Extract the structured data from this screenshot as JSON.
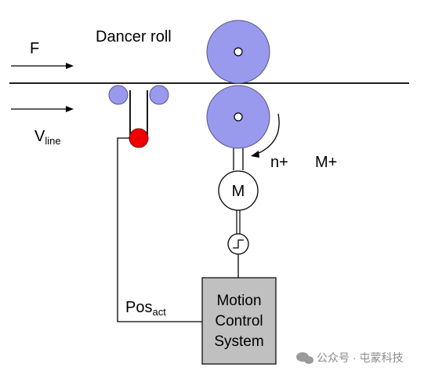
{
  "labels": {
    "dancer_roll": "Dancer roll",
    "force": "F",
    "line_speed_main": "V",
    "line_speed_sub": "line",
    "speed": "n+",
    "torque": "M+",
    "motor": "M",
    "position_main": "Pos",
    "position_sub": "act",
    "control_system": [
      "Motion",
      "Control",
      "System"
    ]
  },
  "watermark": "公众号 · 屯蒙科技",
  "colors": {
    "roll_fill": "#9999ee",
    "roll_stroke": "#555588",
    "dancer_fill": "#ee0000",
    "control_box_fill": "#c0c0c0",
    "line": "#000000"
  }
}
